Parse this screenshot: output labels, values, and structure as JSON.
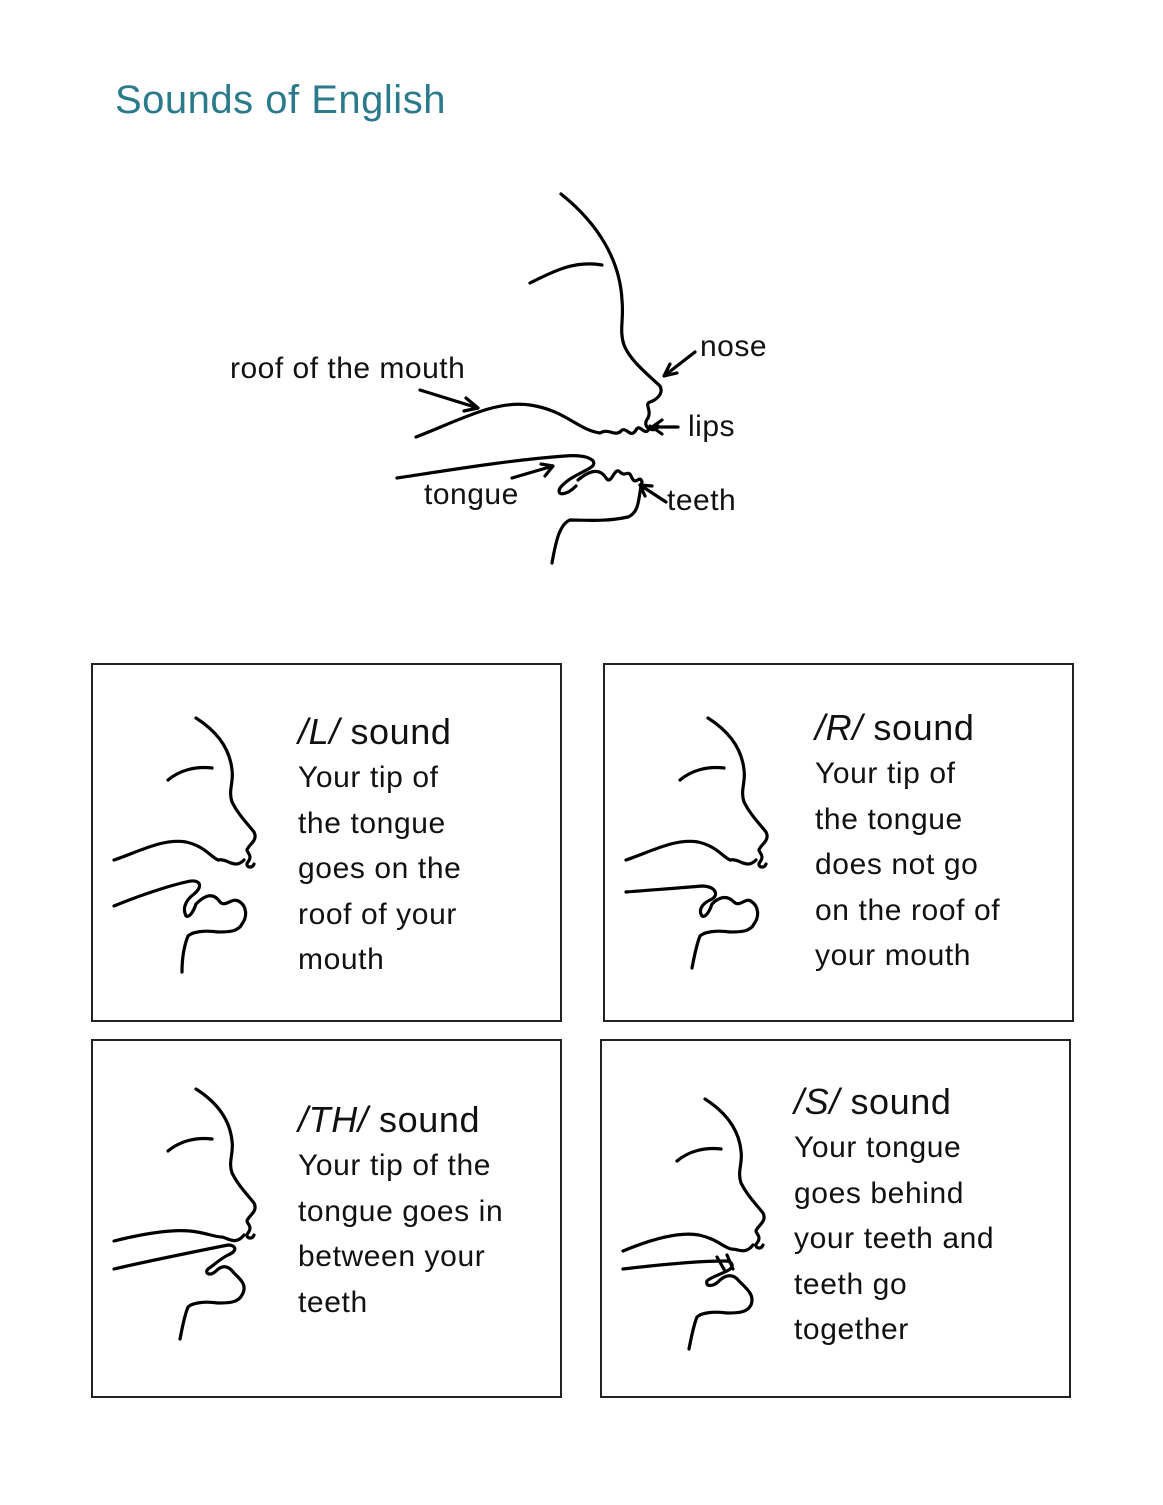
{
  "title": "Sounds of English",
  "main_diagram": {
    "labels": {
      "roof": "roof of the mouth",
      "nose": "nose",
      "lips": "lips",
      "tongue": "tongue",
      "teeth": "teeth"
    }
  },
  "cards": [
    {
      "symbol": "/L/",
      "word": "sound",
      "lines": [
        "Your tip of",
        "the tongue",
        "goes on the",
        "roof of your",
        "mouth"
      ]
    },
    {
      "symbol": "/R/",
      "word": "sound",
      "lines": [
        "Your tip of",
        "the tongue",
        "does not go",
        "on the roof of",
        "your mouth"
      ]
    },
    {
      "symbol": "/TH/",
      "word": "sound",
      "lines": [
        "Your tip of the",
        "tongue goes in",
        "between your",
        "teeth"
      ]
    },
    {
      "symbol": "/S/",
      "word": "sound",
      "lines": [
        "Your tongue",
        "goes behind",
        "your teeth and",
        "teeth go",
        "together"
      ]
    }
  ]
}
